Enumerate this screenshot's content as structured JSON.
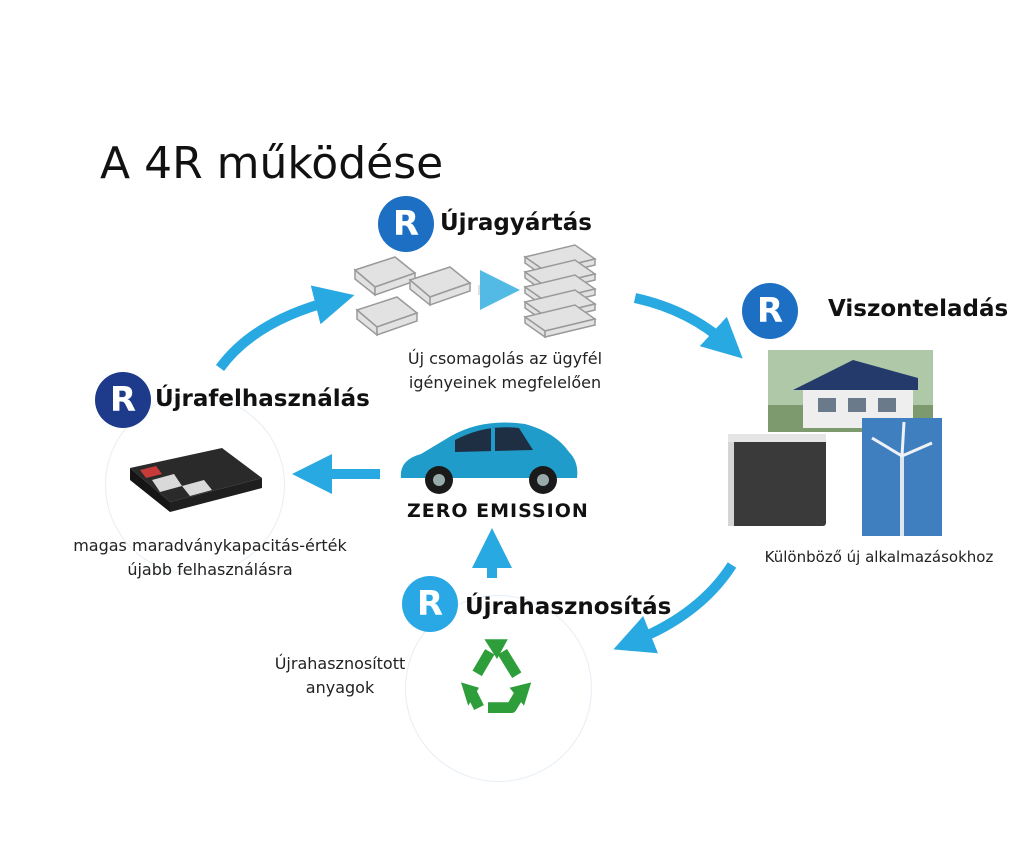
{
  "title": "A 4R működése",
  "nodes": {
    "remanufacture": {
      "badge": "R",
      "label": "Újragyártás",
      "desc_line1": "Új csomagolás az ügyfél",
      "desc_line2": "igényeinek megfelelően"
    },
    "resell": {
      "badge": "R",
      "label": "Viszonteladás",
      "desc": "Különböző új alkalmazásokhoz"
    },
    "reuse": {
      "badge": "R",
      "label": "Újrafelhasználás",
      "desc_line1": "magas maradványkapacitás-érték",
      "desc_line2": "újabb felhasználásra"
    },
    "recycle": {
      "badge": "R",
      "label": "Újrahasznosítás",
      "desc_line1": "Újrahasznosított",
      "desc_line2": "anyagok"
    }
  },
  "car": {
    "brand": "ZERO EMISSION"
  },
  "colors": {
    "arrow": "#29a9e1",
    "badge_dark": "#1e3a8a",
    "badge_mid": "#1d6fc4",
    "badge_light": "#2aa8e6",
    "recycle_green": "#2e9e3a"
  }
}
